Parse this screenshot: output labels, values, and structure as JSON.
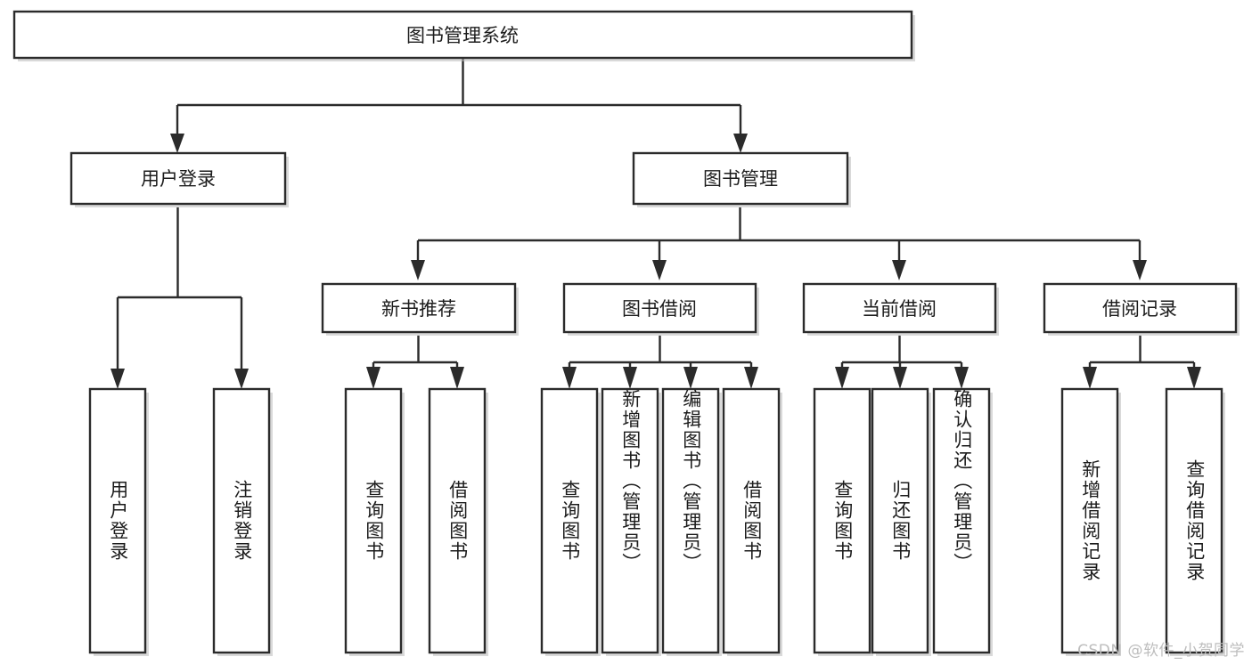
{
  "diagram": {
    "title": "图书管理系统",
    "type": "tree-hierarchy-chart",
    "watermark": "CSDN @软件_小贺同学",
    "colors": {
      "stroke": "#2b2b2b",
      "fill": "#ffffff",
      "text": "#1c1c1c",
      "shadow": "#b9b9b9",
      "watermark": "#bdbdbd",
      "background": "#ffffff"
    },
    "root": {
      "label": "图书管理系统"
    },
    "level2": [
      {
        "label": "用户登录"
      },
      {
        "label": "图书管理"
      }
    ],
    "level3": [
      {
        "label": "新书推荐"
      },
      {
        "label": "图书借阅"
      },
      {
        "label": "当前借阅"
      },
      {
        "label": "借阅记录"
      }
    ],
    "leaves": {
      "user_login": [
        {
          "label": "用户登录"
        },
        {
          "label": "注销登录"
        }
      ],
      "new_book_recommend": [
        {
          "label": "查询图书"
        },
        {
          "label": "借阅图书"
        }
      ],
      "book_borrow": [
        {
          "label": "查询图书"
        },
        {
          "label": "新增图书（管理员）"
        },
        {
          "label": "编辑图书（管理员）"
        },
        {
          "label": "借阅图书"
        }
      ],
      "current_borrow": [
        {
          "label": "查询图书"
        },
        {
          "label": "归还图书"
        },
        {
          "label": "确认归还（管理员）"
        }
      ],
      "borrow_record": [
        {
          "label": "新增借阅记录"
        },
        {
          "label": "查询借阅记录"
        }
      ]
    }
  }
}
